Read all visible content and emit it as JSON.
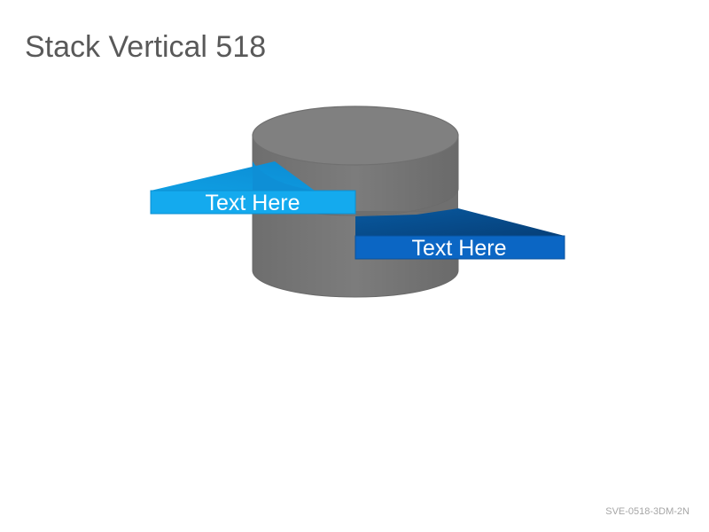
{
  "slide": {
    "title": "Stack Vertical 518",
    "code": "SVE-0518-3DM-2N"
  },
  "diagram": {
    "shape": "cylinder-stack",
    "segments": [
      {
        "label": "Text Here",
        "color": "#0fa6ea",
        "side": "left"
      },
      {
        "label": "Text Here",
        "color": "#0a65c2",
        "side": "right"
      }
    ],
    "cylinder_color": "#777777"
  }
}
